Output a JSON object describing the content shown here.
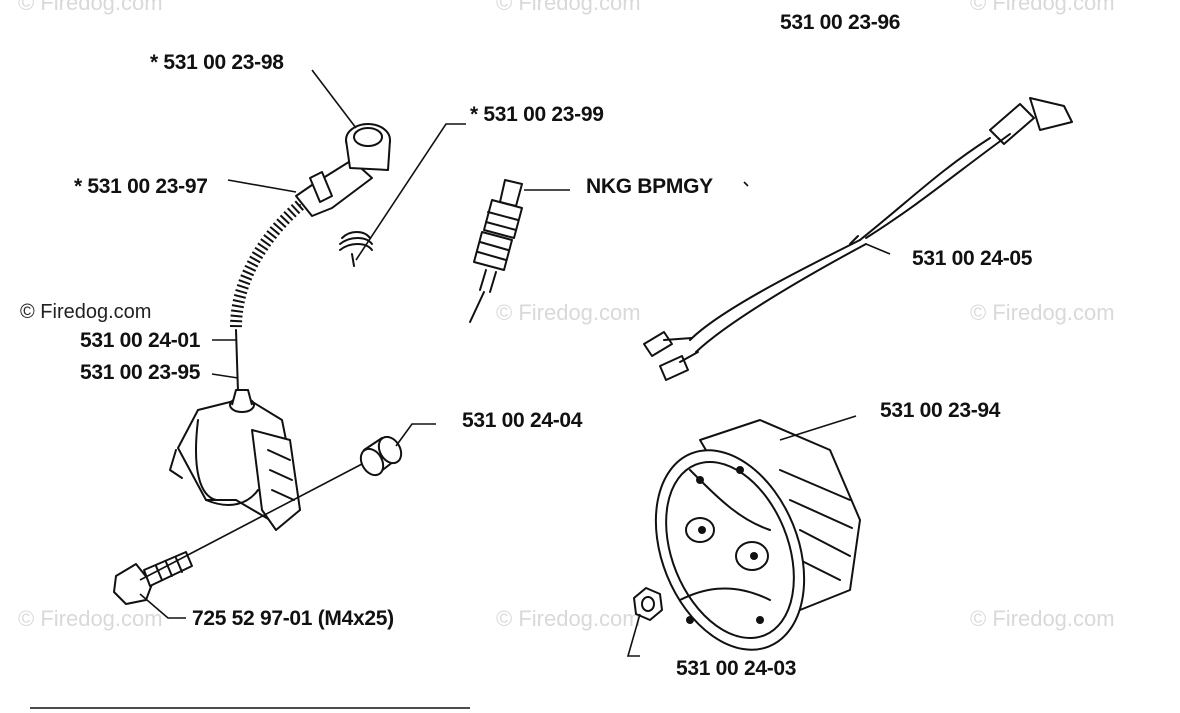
{
  "watermark": {
    "text": "© Firedog.com"
  },
  "labels": {
    "flywheel_kit": "531 00 23-96",
    "spark_plug_cap": "* 531 00 23-98",
    "spring": "* 531 00 23-99",
    "cable": "* 531 00 23-97",
    "spark_plug": "NKG BPMGY",
    "wire_harness": "531 00 24-05",
    "coil_a": "531 00 24-01",
    "coil_b": "531 00 23-95",
    "spacer": "531 00 24-04",
    "flywheel": "531 00 23-94",
    "screw": "725 52 97-01 (M4x25)",
    "nut": "531 00 24-03"
  }
}
